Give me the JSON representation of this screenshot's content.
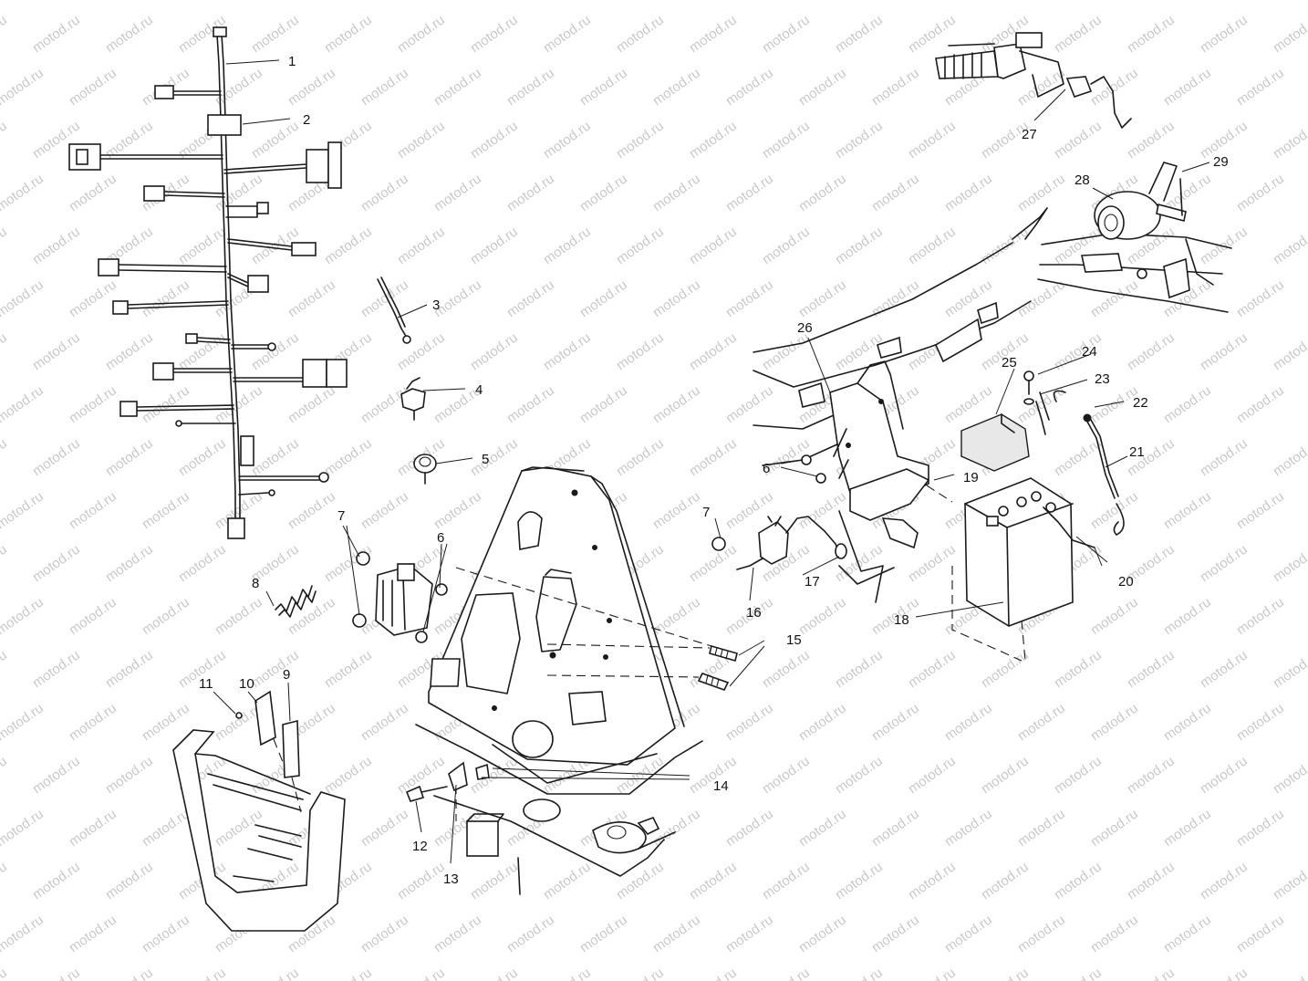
{
  "watermark": {
    "text": "motod.ru"
  },
  "callouts": {
    "c1": "1",
    "c2": "2",
    "c3": "3",
    "c4": "4",
    "c5": "5",
    "c6a": "6",
    "c6b": "6",
    "c7a": "7",
    "c7b": "7",
    "c8": "8",
    "c9": "9",
    "c10": "10",
    "c11": "11",
    "c12": "12",
    "c13": "13",
    "c14": "14",
    "c15": "15",
    "c16": "16",
    "c17": "17",
    "c18": "18",
    "c19": "19",
    "c20": "20",
    "c21": "21",
    "c22": "22",
    "c23": "23",
    "c24": "24",
    "c25": "25",
    "c26": "26",
    "c27": "27",
    "c28": "28",
    "c29": "29"
  }
}
